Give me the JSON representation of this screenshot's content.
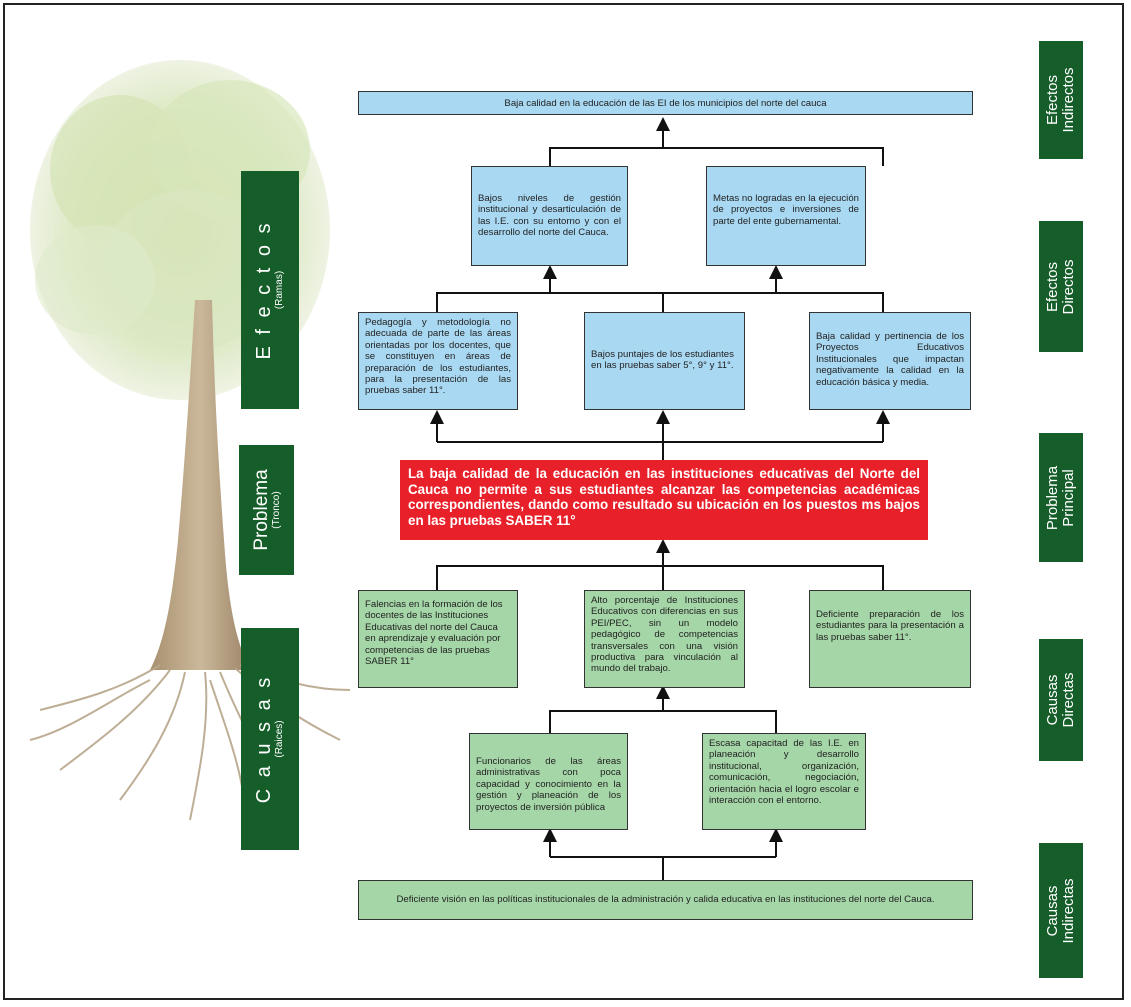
{
  "left_bands": {
    "efectos": {
      "title": "E f e c t o s",
      "subtitle": "(Ramas)"
    },
    "problema": {
      "title": "Problema",
      "subtitle": "(Tronco)"
    },
    "causas": {
      "title": "C a u s a s",
      "subtitle": "(Raices)"
    }
  },
  "right_labels": {
    "efectos_indirectos": [
      "Efectos",
      "Indirectos"
    ],
    "efectos_directos": [
      "Efectos",
      "Directos"
    ],
    "problema_principal": [
      "Problema",
      "Principal"
    ],
    "causas_directas": [
      "Causas",
      "Directas"
    ],
    "causas_indirectas": [
      "Causas",
      "Indirectas"
    ]
  },
  "boxes": {
    "efecto_indirecto": "Baja calidad en la educación de las EI de los municipios del norte del cauca",
    "efecto_mid_left": "Bajos niveles de gestión institucional y desarticulación de las I.E. con su entorno  y con el desarrollo del norte del Cauca.",
    "efecto_mid_right": "Metas no logradas en la ejecución de proyectos e inversiones de parte del ente gubernamental.",
    "efecto_directo_1": "Pedagogía y metodología no adecuada de parte de las áreas orientadas por los docentes, que se constituyen en áreas de preparación de los estudiantes, para la presentación de las pruebas saber 11°.",
    "efecto_directo_2": "Bajos puntajes de los estudiantes en las pruebas saber 5°, 9° y 11°.",
    "efecto_directo_3": "Baja calidad y pertinencia de los Proyectos Educativos Institucionales que impactan negativamente la calidad en la educación básica y media.",
    "problema": "La baja calidad de la educación en las instituciones educativas del Norte del Cauca no permite a sus estudiantes alcanzar las competencias académicas correspondientes, dando como resultado su ubicación en los puestos ms bajos en las pruebas SABER 11°",
    "causa_directa_1": "Falencias en la formación de los docentes de las Instituciones Educativas del norte del Cauca en aprendizaje y evaluación por competencias de las pruebas SABER 11°",
    "causa_directa_2": "Alto porcentaje de Instituciones Educativos con diferencias en sus PEI/PEC, sin un modelo pedagógico de competencias transversales con una visión productiva para vinculación al mundo del trabajo.",
    "causa_directa_3": "Deficiente preparación de los estudiantes para la presentación a las pruebas saber 11°.",
    "causa_mid_left": "Funcionarios de las áreas administrativas con poca capacidad y conocimiento en la gestión y planeación de los proyectos de inversión pública",
    "causa_mid_right": "Escasa capacitad de las I.E. en planeación y desarrollo institucional, organización, comunicación, negociación, orientación hacia el logro escolar e interacción con el entorno.",
    "causa_indirecta": "Deficiente visión en las políticas institucionales de la administración y calida educativa en las instituciones del norte del Cauca."
  },
  "colors": {
    "effect": "#a9d8f2",
    "cause": "#a5d6a7",
    "problem": "#e8202a",
    "label": "#155e2a"
  }
}
